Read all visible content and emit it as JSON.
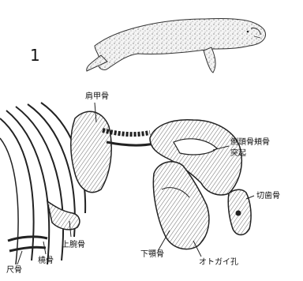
{
  "figure_number": "1",
  "labels": {
    "scapula": "肩甲骨",
    "zygomatic_process": "側頭骨頬骨",
    "zygomatic_process_2": "突起",
    "incisive_bone": "切歯骨",
    "mandible": "下顎骨",
    "otogai_foramen": "オトガイ孔",
    "humerus": "上腕骨",
    "radius": "橈骨",
    "ulna": "尺骨"
  }
}
